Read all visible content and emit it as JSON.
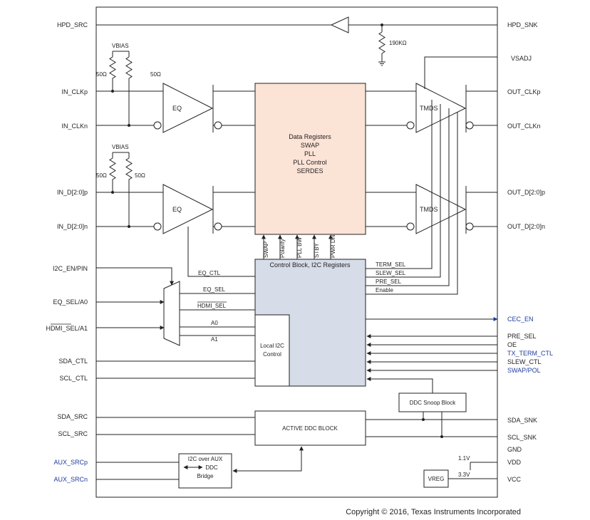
{
  "colors": {
    "data_block_fill": "#fbe3d6",
    "control_block_fill": "#d6dce8",
    "blue_text": "#1f3c9e",
    "line": "#231f20"
  },
  "left_pins": {
    "hpd_src": "HPD_SRC",
    "in_clkp": "IN_CLKp",
    "in_clkn": "IN_CLKn",
    "in_dp": "IN_D[2:0]p",
    "in_dn": "IN_D[2:0]n",
    "i2c_en": "I2C_EN/PIN",
    "eq_sel": "EQ_SEL/A0",
    "hdmi_sel": "HDMI_SEL/A1",
    "sda_ctl": "SDA_CTL",
    "scl_ctl": "SCL_CTL",
    "sda_src": "SDA_SRC",
    "scl_src": "SCL_SRC",
    "aux_srcp": "AUX_SRCp",
    "aux_srcn": "AUX_SRCn"
  },
  "right_pins": {
    "hpd_snk": "HPD_SNK",
    "vsadj": "VSADJ",
    "out_clkp": "OUT_CLKp",
    "out_clkn": "OUT_CLKn",
    "out_dp": "OUT_D[2:0]p",
    "out_dn": "OUT_D[2:0]n",
    "cec_en": "CEC_EN",
    "pre_sel": "PRE_SEL",
    "oe": "OE",
    "tx_term_ctl": "TX_TERM_CTL",
    "slew_ctl": "SLEW_CTL",
    "swap_pol": "SWAP/POL",
    "sda_snk": "SDA_SNK",
    "scl_snk": "SCL_SNK",
    "gnd": "GND",
    "vdd": "VDD",
    "vcc": "VCC"
  },
  "resistors": {
    "vbias": "VBIAS",
    "r50": "50Ω",
    "r190k": "190KΩ"
  },
  "buffers": {
    "eq": "EQ",
    "tmds": "TMDS"
  },
  "data_block_lines": [
    "Data Registers",
    "SWAP",
    "PLL",
    "PLL Control",
    "SERDES"
  ],
  "control_signals": [
    "SWAP",
    "Polarity",
    "PLL BW",
    "STBY",
    "PWR DN"
  ],
  "control_block": {
    "title": "Control Block, I2C Registers",
    "outputs": [
      "TERM_SEL",
      "SLEW_SEL",
      "PRE_SEL",
      "Enable"
    ]
  },
  "mux_inputs": {
    "eq_ctl": "EQ_CTL",
    "eq_sel": "EQ_SEL",
    "hdmi_sel": "HDMI_SEL",
    "a0": "A0",
    "a1": "A1"
  },
  "local_i2c": [
    "Local I2C",
    "Control"
  ],
  "ddc_snoop": "DDC Snoop Block",
  "active_ddc": "ACTIVE DDC BLOCK",
  "aux_bridge": [
    "I2C over AUX",
    "DDC",
    "Bridge"
  ],
  "vreg": "VREG",
  "voltages": {
    "v11": "1.1V",
    "v33": "3.3V"
  },
  "copyright": "Copyright © 2016, Texas Instruments Incorporated"
}
